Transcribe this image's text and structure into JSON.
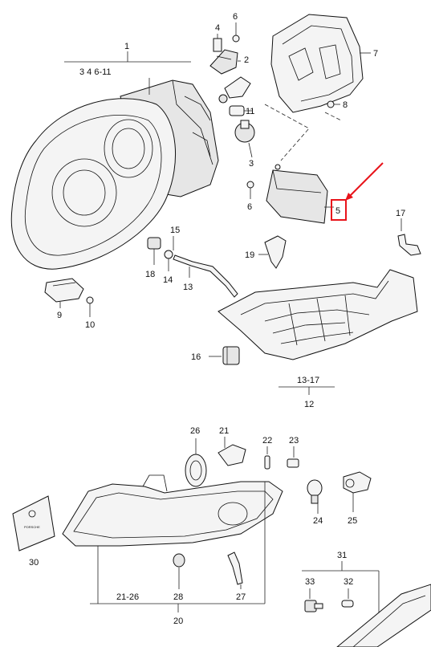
{
  "callouts": {
    "n1": "1",
    "n1_sub": "3  4     6-11",
    "n2": "2",
    "n3": "3",
    "n4": "4",
    "n5": "5",
    "n6a": "6",
    "n6b": "6",
    "n7": "7",
    "n8": "8",
    "n9": "9",
    "n10": "10",
    "n11": "11",
    "n12": "12",
    "n12_sub": "13-17",
    "n13": "13",
    "n14": "14",
    "n15": "15",
    "n16": "16",
    "n17": "17",
    "n18": "18",
    "n19": "19",
    "n20": "20",
    "n20_sub": "21-26",
    "n21": "21",
    "n22": "22",
    "n23": "23",
    "n24": "24",
    "n25": "25",
    "n26": "26",
    "n27": "27",
    "n28": "28",
    "n30": "30",
    "n31": "31",
    "n32": "32",
    "n33": "33"
  },
  "highlight": {
    "label": "5",
    "color": "#e8141b"
  },
  "emblem": {
    "text": "PORSCHE"
  }
}
